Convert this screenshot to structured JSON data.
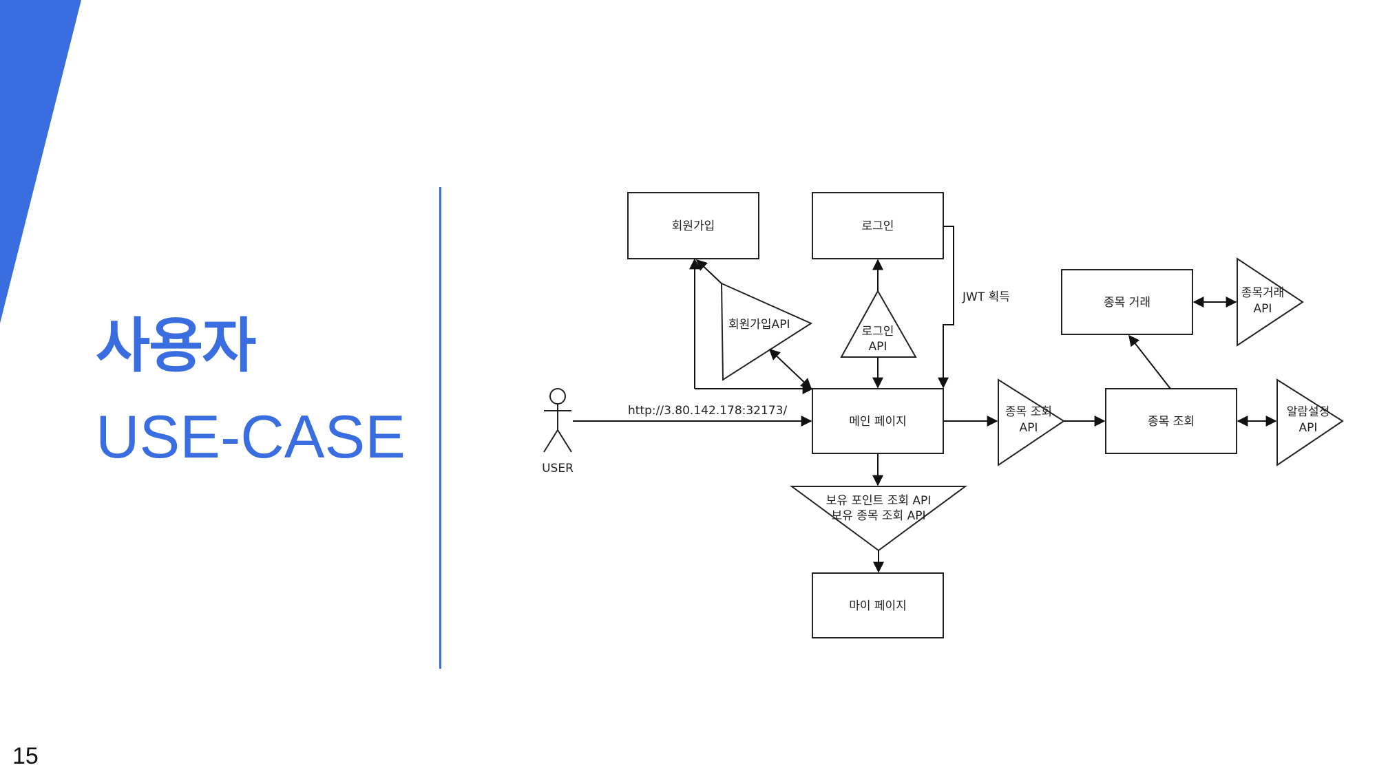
{
  "slide": {
    "title_ko": "사용자",
    "title_en": "USE-CASE",
    "page_number": "15",
    "accent_color": "#3a6ee0"
  },
  "diagram": {
    "actor_label": "USER",
    "url_label": "http://3.80.142.178:32173/",
    "jwt_label": "JWT 획득",
    "nodes": {
      "signup": "회원가입",
      "login": "로그인",
      "main_page": "메인 페이지",
      "my_page": "마이 페이지",
      "stock_trade": "종목 거래",
      "stock_lookup": "종목 조회"
    },
    "apis": {
      "signup_api": "회원가입API",
      "login_api_line1": "로그인",
      "login_api_line2": "API",
      "stock_lookup_api_line1": "종목 조회",
      "stock_lookup_api_line2": "API",
      "stock_trade_api_line1": "종목거래",
      "stock_trade_api_line2": "API",
      "alarm_api_line1": "알람설정",
      "alarm_api_line2": "API",
      "holdings_api_line1": "보유 포인트 조회 API",
      "holdings_api_line2": "보유 종목 조회 API"
    }
  }
}
